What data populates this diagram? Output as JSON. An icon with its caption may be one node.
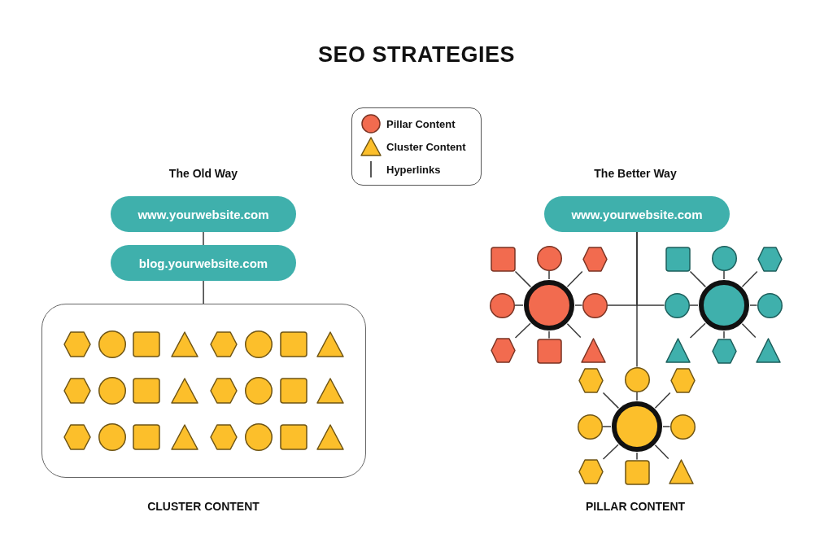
{
  "diagram": {
    "title": "SEO STRATEGIES",
    "nodes": [
      {
        "text": [
          "www.yourwebsite.com"
        ]
      },
      {
        "text": [
          "blog.yourwebsite.com"
        ]
      },
      {
        "text": [],
        "shape": "box"
      },
      {
        "text": [],
        "shape": "hexagon",
        "in": 2
      },
      {
        "text": [],
        "shape": "circle",
        "in": 2
      },
      {
        "text": [],
        "shape": "box",
        "in": 2
      },
      {
        "text": [],
        "shape": "triangle",
        "in": 2
      },
      {
        "text": [],
        "shape": "hexagon",
        "in": 2
      },
      {
        "text": [],
        "shape": "circle",
        "in": 2
      },
      {
        "text": [],
        "shape": "box",
        "in": 2
      },
      {
        "text": [],
        "shape": "triangle",
        "in": 2
      },
      {
        "text": [],
        "shape": "hexagon",
        "in": 2
      },
      {
        "text": [],
        "shape": "circle",
        "in": 2
      },
      {
        "text": [],
        "shape": "box",
        "in": 2
      },
      {
        "text": [],
        "shape": "triangle",
        "in": 2
      },
      {
        "text": [],
        "shape": "hexagon",
        "in": 2
      },
      {
        "text": [],
        "shape": "circle",
        "in": 2
      },
      {
        "text": [],
        "shape": "box",
        "in": 2
      },
      {
        "text": [],
        "shape": "triangle",
        "in": 2
      },
      {
        "text": [],
        "shape": "hexagon",
        "in": 2
      },
      {
        "text": [],
        "shape": "circle",
        "in": 2
      },
      {
        "text": [],
        "shape": "box",
        "in": 2
      },
      {
        "text": [],
        "shape": "triangle",
        "in": 2
      },
      {
        "text": [],
        "shape": "hexagon",
        "in": 2
      },
      {
        "text": [],
        "shape": "circle",
        "in": 2
      },
      {
        "text": [],
        "shape": "box",
        "in": 2
      },
      {
        "text": [],
        "shape": "triangle",
        "in": 2
      },
      {
        "text": [
          "www.yourwebsite.com"
        ]
      },
      {
        "text": [],
        "shape": "box"
      },
      {
        "text": [],
        "shape": "circle"
      },
      {
        "text": [],
        "shape": "hexagon"
      },
      {
        "text": [],
        "shape": "circle"
      },
      {
        "text": [],
        "shape": "circle"
      },
      {
        "text": [],
        "shape": "circle"
      },
      {
        "text": [],
        "shape": "hexagon"
      },
      {
        "text": [],
        "shape": "box"
      },
      {
        "text": [],
        "shape": "triangle"
      },
      {
        "text": [],
        "shape": "box"
      },
      {
        "text": [],
        "shape": "circle"
      },
      {
        "text": [],
        "shape": "hexagon"
      },
      {
        "text": [],
        "shape": "circle"
      },
      {
        "text": [],
        "shape": "circle"
      },
      {
        "text": [],
        "shape": "circle"
      },
      {
        "text": [],
        "shape": "triangle"
      },
      {
        "text": [],
        "shape": "hexagon"
      },
      {
        "text": [],
        "shape": "triangle"
      },
      {
        "text": [],
        "shape": "hexagon"
      },
      {
        "text": [],
        "shape": "circle"
      },
      {
        "text": [],
        "shape": "hexagon"
      },
      {
        "text": [],
        "shape": "circle"
      },
      {
        "text": [],
        "shape": "circle"
      },
      {
        "text": [],
        "shape": "circle"
      },
      {
        "text": [],
        "shape": "hexagon"
      },
      {
        "text": [],
        "shape": "box"
      },
      {
        "text": [],
        "shape": "triangle"
      }
    ],
    "edges": [
      {
        "from": 0,
        "to": 1,
        "arrow": "none"
      },
      {
        "from": 1,
        "to": 2,
        "arrow": "none"
      },
      {
        "from": 27,
        "to": 33,
        "arrow": "none"
      },
      {
        "from": 27,
        "to": 40,
        "arrow": "none"
      },
      {
        "from": 27,
        "to": 47,
        "arrow": "none"
      },
      {
        "from": 32,
        "to": 28,
        "arrow": "none"
      },
      {
        "from": 32,
        "to": 29,
        "arrow": "none"
      },
      {
        "from": 32,
        "to": 30,
        "arrow": "none"
      },
      {
        "from": 32,
        "to": 31,
        "arrow": "none"
      },
      {
        "from": 32,
        "to": 33,
        "arrow": "none"
      },
      {
        "from": 32,
        "to": 34,
        "arrow": "none"
      },
      {
        "from": 32,
        "to": 35,
        "arrow": "none"
      },
      {
        "from": 32,
        "to": 36,
        "arrow": "none"
      },
      {
        "from": 41,
        "to": 37,
        "arrow": "none"
      },
      {
        "from": 41,
        "to": 38,
        "arrow": "none"
      },
      {
        "from": 41,
        "to": 39,
        "arrow": "none"
      },
      {
        "from": 41,
        "to": 40,
        "arrow": "none"
      },
      {
        "from": 41,
        "to": 42,
        "arrow": "none"
      },
      {
        "from": 41,
        "to": 43,
        "arrow": "none"
      },
      {
        "from": 41,
        "to": 44,
        "arrow": "none"
      },
      {
        "from": 41,
        "to": 45,
        "arrow": "none"
      },
      {
        "from": 50,
        "to": 46,
        "arrow": "none"
      },
      {
        "from": 50,
        "to": 47,
        "arrow": "none"
      },
      {
        "from": 50,
        "to": 48,
        "arrow": "none"
      },
      {
        "from": 50,
        "to": 49,
        "arrow": "none"
      },
      {
        "from": 50,
        "to": 51,
        "arrow": "none"
      },
      {
        "from": 50,
        "to": 52,
        "arrow": "none"
      },
      {
        "from": 50,
        "to": 53,
        "arrow": "none"
      },
      {
        "from": 50,
        "to": 54,
        "arrow": "none"
      }
    ],
    "labels": [
      "The Old Way",
      "The Better Way",
      "CLUSTER CONTENT",
      "PILLAR CONTENT"
    ],
    "legend": [
      {
        "text": "Pillar Content"
      },
      {
        "text": "Cluster Content"
      },
      {
        "text": "Hyperlinks"
      }
    ]
  }
}
